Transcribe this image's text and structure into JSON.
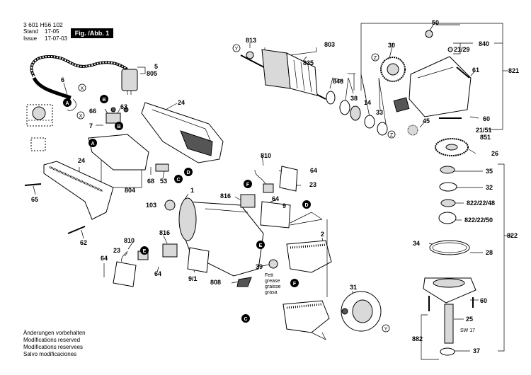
{
  "header": {
    "doc_number": "3 601 H56 102",
    "stand_label": "Stand",
    "stand_value": "17-05",
    "issue_label": "Issue",
    "issue_value": "17-07-03"
  },
  "figure_label": "Fig. /Abb. 1",
  "footer": [
    "Änderungen vorbehalten",
    "Modifications reserved",
    "Modifications reservees",
    "Salvo modificaciones"
  ],
  "part_numbers": {
    "p5": "5",
    "p805": "805",
    "p6": "6",
    "p66": "66",
    "p63": "63",
    "p7": "7",
    "p24a": "24",
    "p24b": "24",
    "p804": "804",
    "p68": "68",
    "p53": "53",
    "p65": "65",
    "p62": "62",
    "p810a": "810",
    "p810b": "810",
    "p64a": "64",
    "p64b": "64",
    "p64c": "64",
    "p64d": "64",
    "p23a": "23",
    "p23b": "23",
    "p816a": "816",
    "p816b": "816",
    "p9": "9",
    "p1": "1",
    "p103": "103",
    "p2": "2",
    "p91": "9/1",
    "p808": "808",
    "p39": "39",
    "p31": "31",
    "p813": "813",
    "p803": "803",
    "p835": "835",
    "p846": "846",
    "p38": "38",
    "p14": "14",
    "p33": "33",
    "p30": "30",
    "p50": "50",
    "p2129": "21/29",
    "p840": "840",
    "p821": "821",
    "p61": "61",
    "p60a": "60",
    "p60b": "60",
    "p2151": "21/51",
    "p45": "45",
    "p851": "851",
    "p26": "26",
    "p35": "35",
    "p32": "32",
    "p8222248": "822/22/48",
    "p8222250": "822/22/50",
    "p822": "822",
    "p34": "34",
    "p28": "28",
    "p25": "25",
    "p882": "882",
    "p37": "37"
  },
  "connector_labels": {
    "A": "A",
    "B": "B",
    "C": "C",
    "D": "D",
    "E": "E",
    "F": "F",
    "X": "X",
    "Y": "Y",
    "Z": "Z"
  },
  "grease_label": [
    "Fett",
    "grease",
    "graisse",
    "grasa"
  ],
  "sw_label": "SW 17"
}
